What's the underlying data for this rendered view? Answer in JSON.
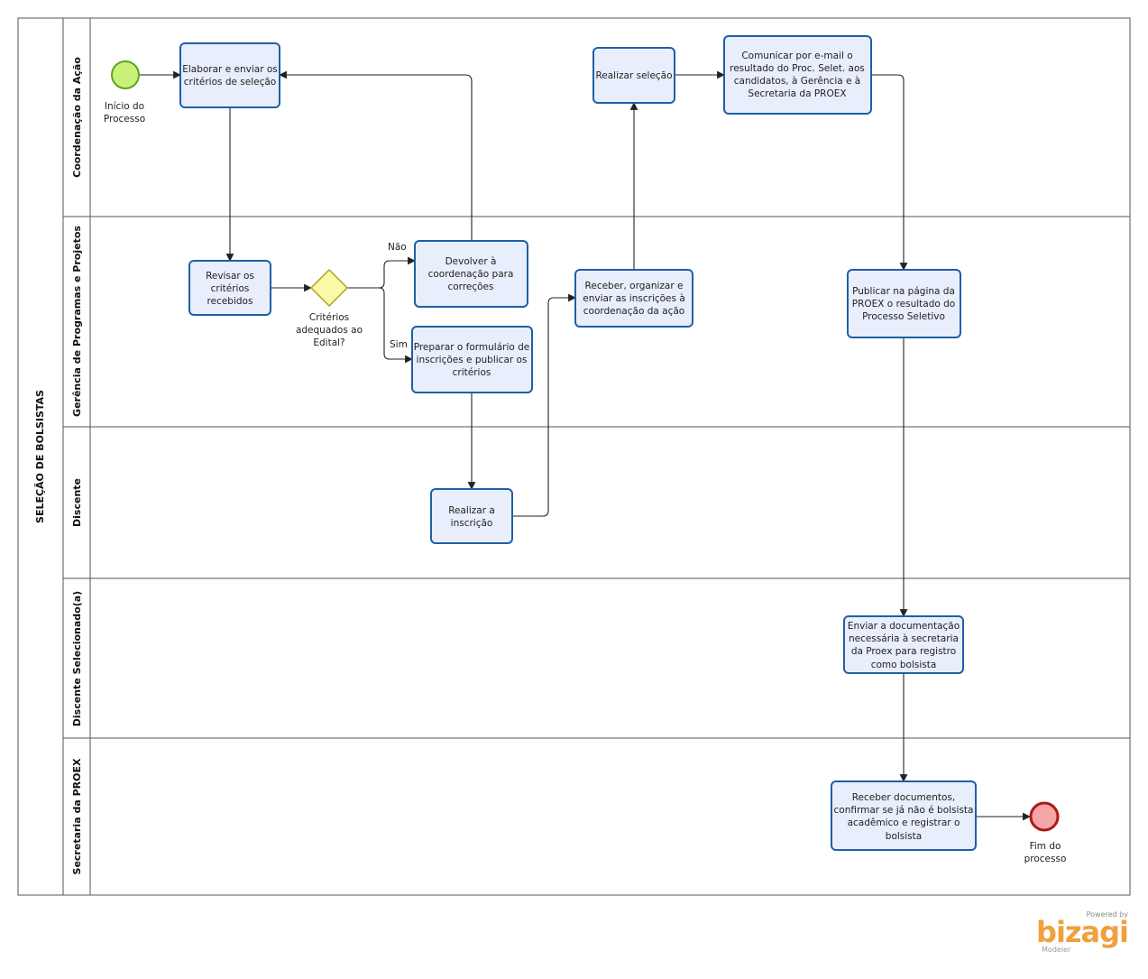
{
  "pool": {
    "title": "SELEÇÃO DE BOLSISTAS"
  },
  "lanes": [
    {
      "id": "coord",
      "label": "Coordenação da Ação"
    },
    {
      "id": "gerencia",
      "label": "Gerência de Programas e Projetos"
    },
    {
      "id": "discente",
      "label": "Discente"
    },
    {
      "id": "selecionado",
      "label": "Discente Selecionado(a)"
    },
    {
      "id": "secretaria",
      "label": "Secretaria da PROEX"
    }
  ],
  "events": {
    "start": {
      "label": [
        "Início do",
        "Processo"
      ]
    },
    "end": {
      "label": [
        "Fim do",
        "processo"
      ]
    }
  },
  "gateway": {
    "label": [
      "Critérios",
      "adequados ao",
      "Edital?"
    ],
    "yes": "Sim",
    "no": "Não"
  },
  "tasks": [
    {
      "id": "elaborar",
      "lines": [
        "Elaborar e enviar os",
        "critérios de seleção"
      ]
    },
    {
      "id": "revisar",
      "lines": [
        "Revisar os",
        "critérios",
        "recebidos"
      ]
    },
    {
      "id": "devolver",
      "lines": [
        "Devolver à",
        "coordenação para",
        "correções"
      ]
    },
    {
      "id": "preparar",
      "lines": [
        "Preparar o formulário de",
        "inscrições e publicar os",
        "critérios"
      ]
    },
    {
      "id": "inscricao",
      "lines": [
        "Realizar a",
        "inscrição"
      ]
    },
    {
      "id": "receber",
      "lines": [
        "Receber, organizar e",
        "enviar as inscrições à",
        "coordenação da ação"
      ]
    },
    {
      "id": "selecao",
      "lines": [
        "Realizar seleção"
      ]
    },
    {
      "id": "comunicar",
      "lines": [
        "Comunicar por e-mail o",
        "resultado do Proc. Selet. aos",
        "candidatos, à Gerência e à",
        "Secretaria da PROEX"
      ]
    },
    {
      "id": "publicar",
      "lines": [
        "Publicar na página da",
        "PROEX o resultado do",
        "Processo Seletivo"
      ]
    },
    {
      "id": "enviar-doc",
      "lines": [
        "Enviar a documentação",
        "necessária à secretaria",
        "da Proex para registro",
        "como bolsista"
      ]
    },
    {
      "id": "receber-doc",
      "lines": [
        "Receber documentos,",
        "confirmar se já não é bolsista",
        "acadêmico e registrar o",
        "bolsista"
      ]
    }
  ],
  "branding": {
    "powered": "Powered by",
    "brand": "bizagi",
    "product": "Modeler"
  },
  "colors": {
    "task_fill": "#e8eefb",
    "task_stroke": "#1f5fa6",
    "start_fill": "#c8f27a",
    "start_stroke": "#5aa61f",
    "end_fill": "#f2a6a6",
    "end_stroke": "#b01818",
    "gateway_fill": "#fbf9a8",
    "gateway_stroke": "#a5a51a",
    "brand_color": "#f0a03c"
  }
}
